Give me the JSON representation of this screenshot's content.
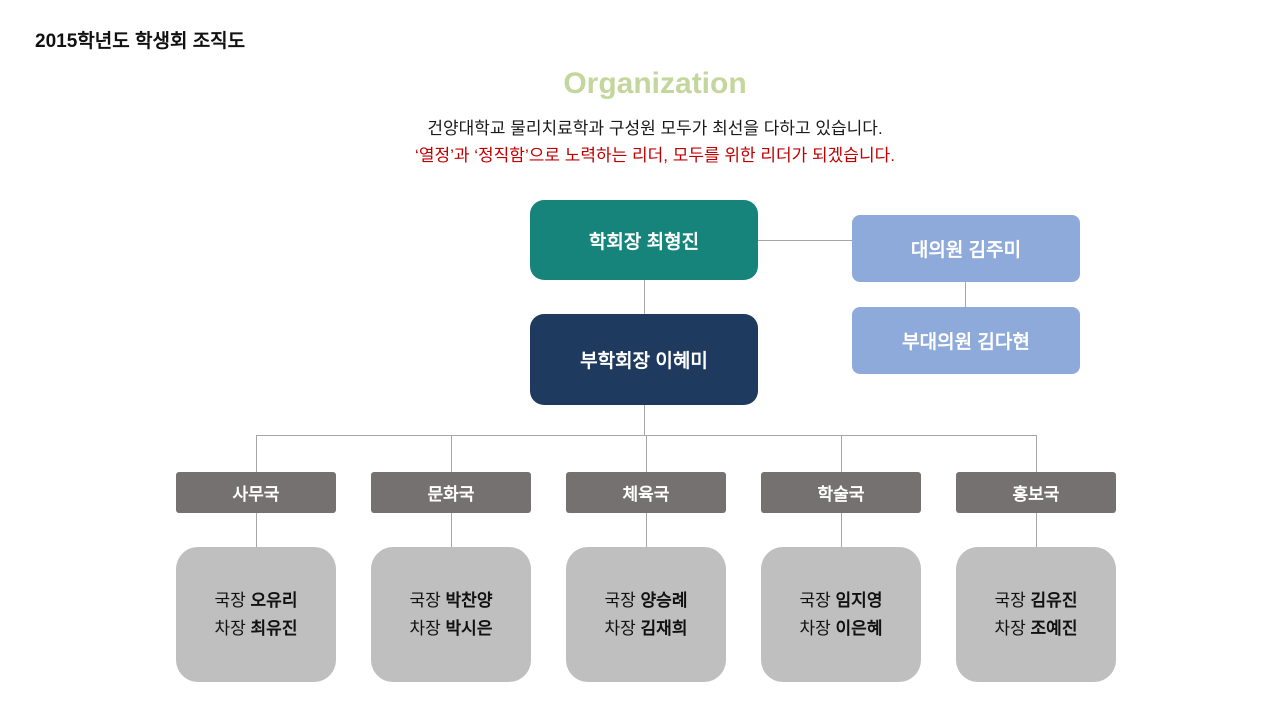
{
  "page": {
    "title": "2015학년도 학생회 조직도",
    "heading": "Organization",
    "subtitle_line1": "건양대학교 물리치료학과 구성원 모두가 최선을 다하고 있습니다.",
    "subtitle_line2": "‘열정’과 ‘정직함’으로 노력하는 리더, 모두를 위한 리더가 되겠습니다."
  },
  "org": {
    "president": "학회장 최형진",
    "vice_president": "부학회장 이혜미",
    "representative": "대의원 김주미",
    "vice_representative": "부대의원 김다현",
    "labels": {
      "head": "국장",
      "deputy": "차장"
    },
    "departments": [
      {
        "name": "사무국",
        "head": "오유리",
        "deputy": "최유진"
      },
      {
        "name": "문화국",
        "head": "박찬양",
        "deputy": "박시은"
      },
      {
        "name": "체육국",
        "head": "양승례",
        "deputy": "김재희"
      },
      {
        "name": "학술국",
        "head": "임지영",
        "deputy": "이은혜"
      },
      {
        "name": "홍보국",
        "head": "김유진",
        "deputy": "조예진"
      }
    ]
  },
  "colors": {
    "president_box": "#17847C",
    "vice_president_box": "#1E3A5F",
    "representative_box": "#8EAADB",
    "dept_header": "#767171",
    "dept_card": "#BFBFBF",
    "heading_text": "#C3D69B",
    "subtitle_accent": "#C00000",
    "connector": "#A6A6A6"
  }
}
